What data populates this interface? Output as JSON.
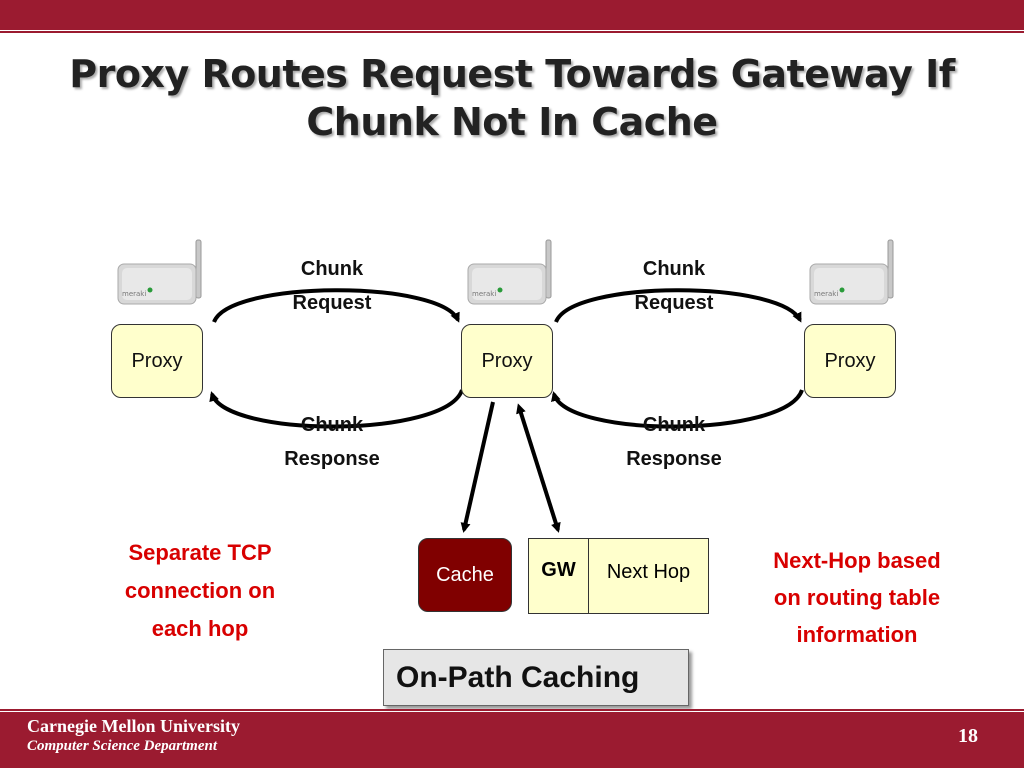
{
  "title": {
    "line1": "Proxy Routes Request Towards Gateway If",
    "line2": "Chunk Not In Cache"
  },
  "nodes": {
    "proxy_left": "Proxy",
    "proxy_middle": "Proxy",
    "proxy_right": "Proxy",
    "cache": "Cache"
  },
  "labels": {
    "request_left": {
      "line1": "Chunk",
      "line2": "Request"
    },
    "request_right": {
      "line1": "Chunk",
      "line2": "Request"
    },
    "response_left": {
      "line1": "Chunk",
      "line2": "Response"
    },
    "response_right": {
      "line1": "Chunk",
      "line2": "Response"
    }
  },
  "routing_table": {
    "gw": "GW",
    "next_hop": "Next Hop"
  },
  "notes": {
    "left": {
      "line1": "Separate TCP",
      "line2": "connection on",
      "line3": "each hop"
    },
    "right": {
      "line1": "Next-Hop based",
      "line2": "on routing table",
      "line3": "information"
    }
  },
  "callout": "On-Path Caching",
  "device_label": "meraki",
  "footer": {
    "university": "Carnegie Mellon University",
    "department": "Computer Science Department",
    "page_number": "18"
  },
  "colors": {
    "brand": "#9b1b30",
    "proxy_fill": "#ffffcc",
    "cache_fill": "#800000",
    "note_red": "#d80000"
  }
}
